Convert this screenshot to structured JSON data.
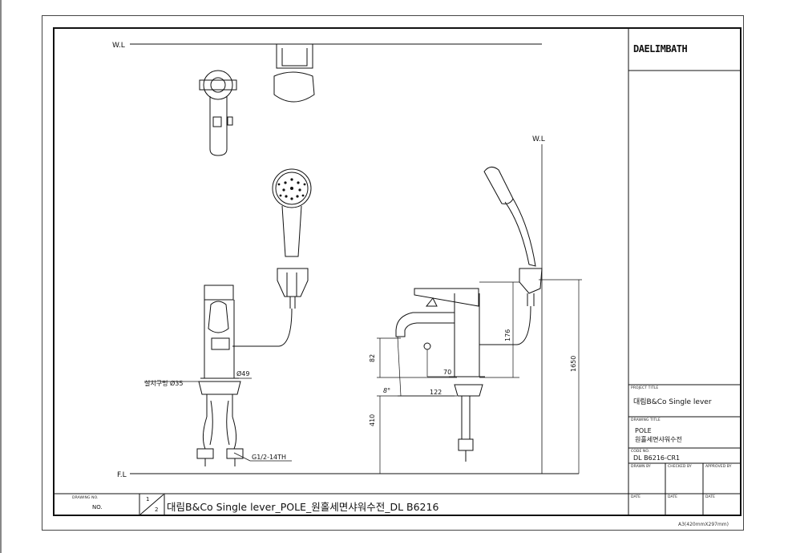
{
  "labels": {
    "wl_top": "W.L",
    "wl_right": "W.L",
    "fl": "F.L",
    "mounting_hole": "설치구멍 Ø35",
    "diameter_49": "Ø49",
    "thread": "G1/2-14TH",
    "angle": "8°"
  },
  "dimensions": {
    "d82": "82",
    "d410": "410",
    "d176": "176",
    "d70": "70",
    "d122": "122",
    "d1650": "1650"
  },
  "title_block": {
    "logo": "DAELIMBATH",
    "project_title_label": "PROJECT TITLE",
    "project_title": "대림B&Co Single lever",
    "drawing_title_label": "DRAWING TITLE",
    "drawing_title_line1": "POLE",
    "drawing_title_line2": "원홀세면샤워수전",
    "code_no_label": "CODE NO.",
    "code_no": "DL B6216-CR1",
    "drawn_by_label": "DRAWN BY",
    "checked_by_label": "CHECKED BY",
    "approved_by_label": "APPROVED BY",
    "date_label_1": "DATE",
    "date_label_2": "DATE",
    "date_label_3": "DATE"
  },
  "bottom_bar": {
    "drawing_no_label": "DRAWING NO.",
    "no_label": "NO.",
    "sheet_num": "1",
    "sheet_total": "2",
    "title": "대림B&Co Single lever_POLE_원홀세면샤워수전_DL B6216"
  },
  "page_size": "A3(420mmX297mm)"
}
